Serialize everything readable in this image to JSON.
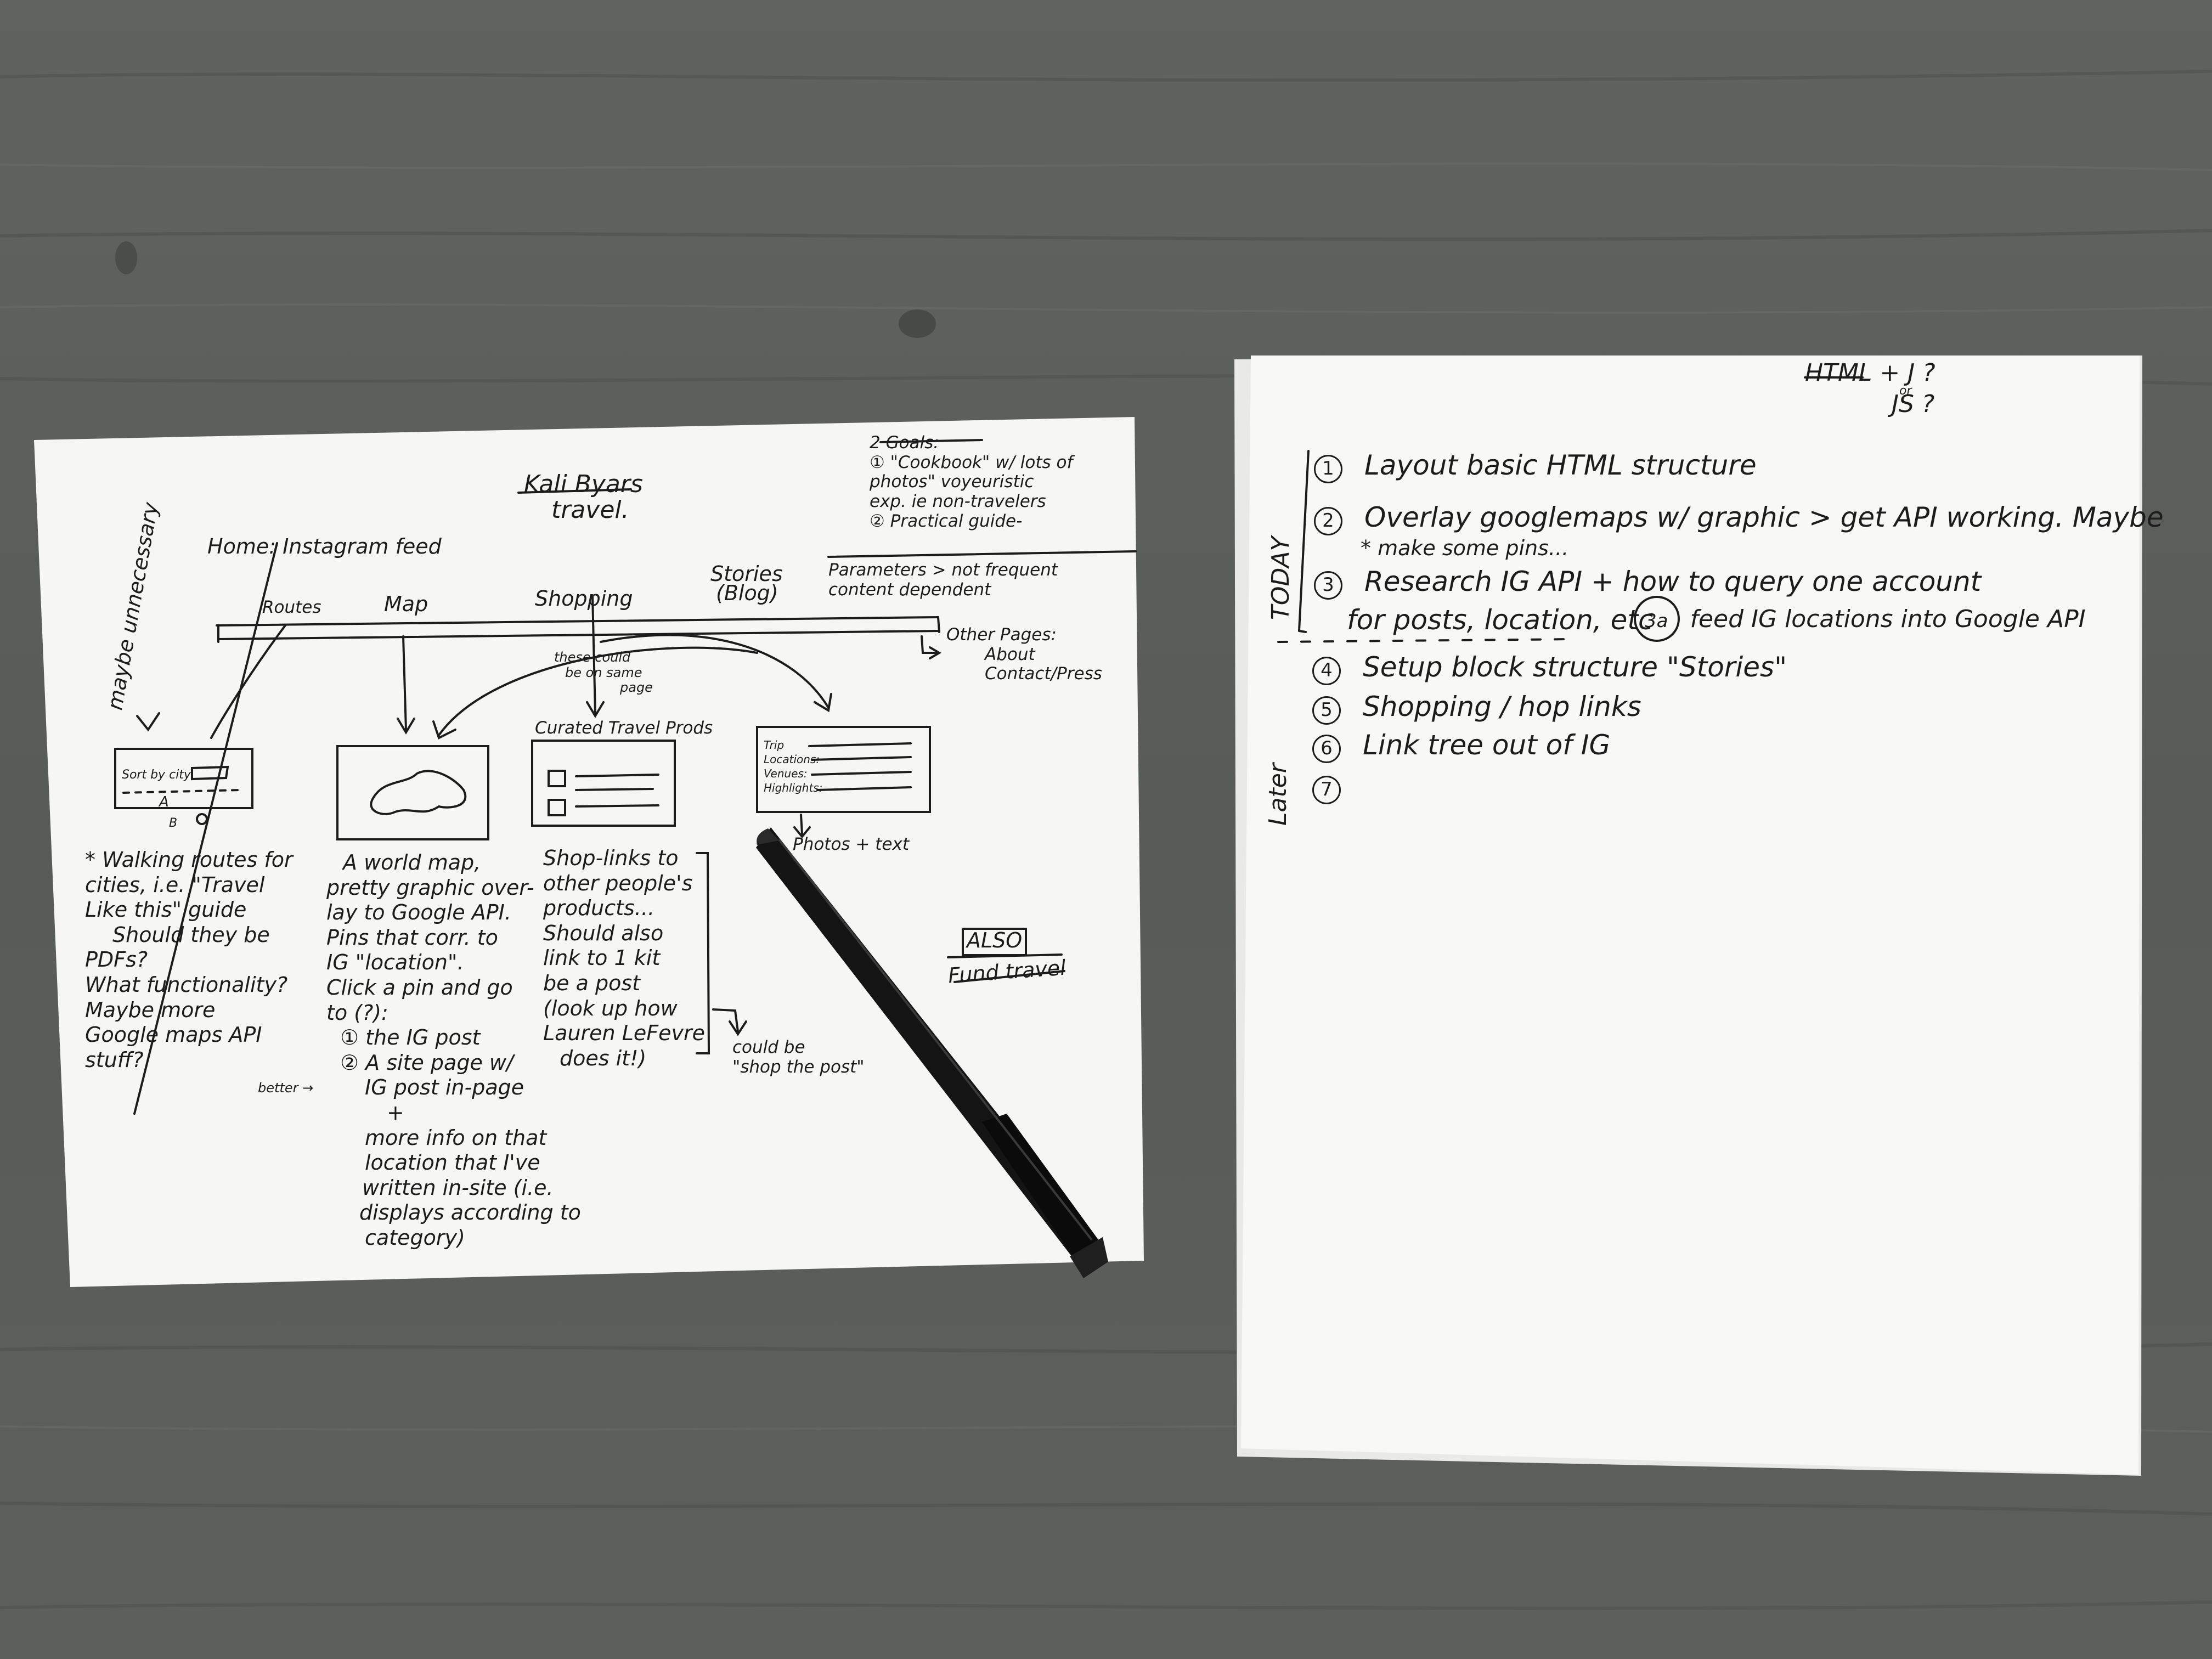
{
  "left_sheet": {
    "title_name": "Kali Byars",
    "title_sub": "travel.",
    "goals": {
      "header": "2 Goals:",
      "lines": [
        "① \"Cookbook\" w/ lots of",
        "photos\" voyeuristic",
        "exp. ie non-travelers",
        "② Practical guide-"
      ]
    },
    "params_note": [
      "Parameters > not frequent",
      "content dependent"
    ],
    "maybe_unnecessary": "maybe unnecessary",
    "home_label": "Home: Instagram feed",
    "nav": {
      "routes": "Routes",
      "map": "Map",
      "shopping": "Shopping",
      "stories": "Stories",
      "blog": "(Blog)"
    },
    "other_pages": [
      "Other Pages:",
      "About",
      "Contact/Press"
    ],
    "same_page_note": [
      "these could",
      "be on same",
      "page"
    ],
    "curated_label": "Curated Travel Prods",
    "wire_routes": {
      "sort": "Sort by city",
      "a": "A",
      "b": "B"
    },
    "wire_stories": [
      "Trip",
      "Locations:",
      "Venues:",
      "Highlights:"
    ],
    "photos_text": "Photos + text",
    "routes_notes": [
      "* Walking routes for",
      "cities, i.e. \"Travel",
      "Like this\" guide",
      "Should they be",
      "PDFs?",
      "What functionality?",
      "Maybe more",
      "Google maps API",
      "stuff?"
    ],
    "map_notes": [
      "A world map,",
      "pretty graphic over-",
      "lay to Google API.",
      "Pins that corr. to",
      "IG \"location\".",
      "Click a pin and go",
      "to (?):",
      "① the IG post",
      "② A site page w/",
      "IG post in-page",
      "+",
      "more info on that",
      "location that I've",
      "written in-site (i.e.",
      "displays according to",
      "category)"
    ],
    "better_label": "better →",
    "shop_notes": [
      "Shop-links to",
      "other people's",
      "products...",
      "Should also",
      "link to 1 kit",
      "be a post",
      "(look up how",
      "Lauren LeFevre",
      "does it!)"
    ],
    "could_be": [
      "could be",
      "\"shop the post\""
    ],
    "also": "ALSO",
    "fund_travel": "Fund travel"
  },
  "right_sheet": {
    "header": "HTML + J ?",
    "header_sub": "or",
    "header_js": "JS ?",
    "today_label": "TODAY",
    "later_label": "Later",
    "items": [
      {
        "num": "1",
        "text": "Layout basic HTML structure"
      },
      {
        "num": "2",
        "text": "Overlay googlemaps w/ graphic > get API working. Maybe",
        "text2": "* make some pins..."
      },
      {
        "num": "3",
        "text": "Research IG API + how to query one account",
        "text2": "for posts, location, etc"
      },
      {
        "num": "3a",
        "text": "feed IG locations into Google API"
      },
      {
        "num": "4",
        "text": "Setup block structure \"Stories\""
      },
      {
        "num": "5",
        "text": "Shopping / hop links"
      },
      {
        "num": "6",
        "text": "Link tree out of IG"
      },
      {
        "num": "7",
        "text": ""
      }
    ]
  },
  "colors": {
    "desk": "#5b5e5a",
    "paper": "#f7f7f5",
    "ink": "#1c1c1c",
    "pen": "#111111"
  },
  "icons": [
    "pen-icon",
    "world-map-blob-icon"
  ]
}
